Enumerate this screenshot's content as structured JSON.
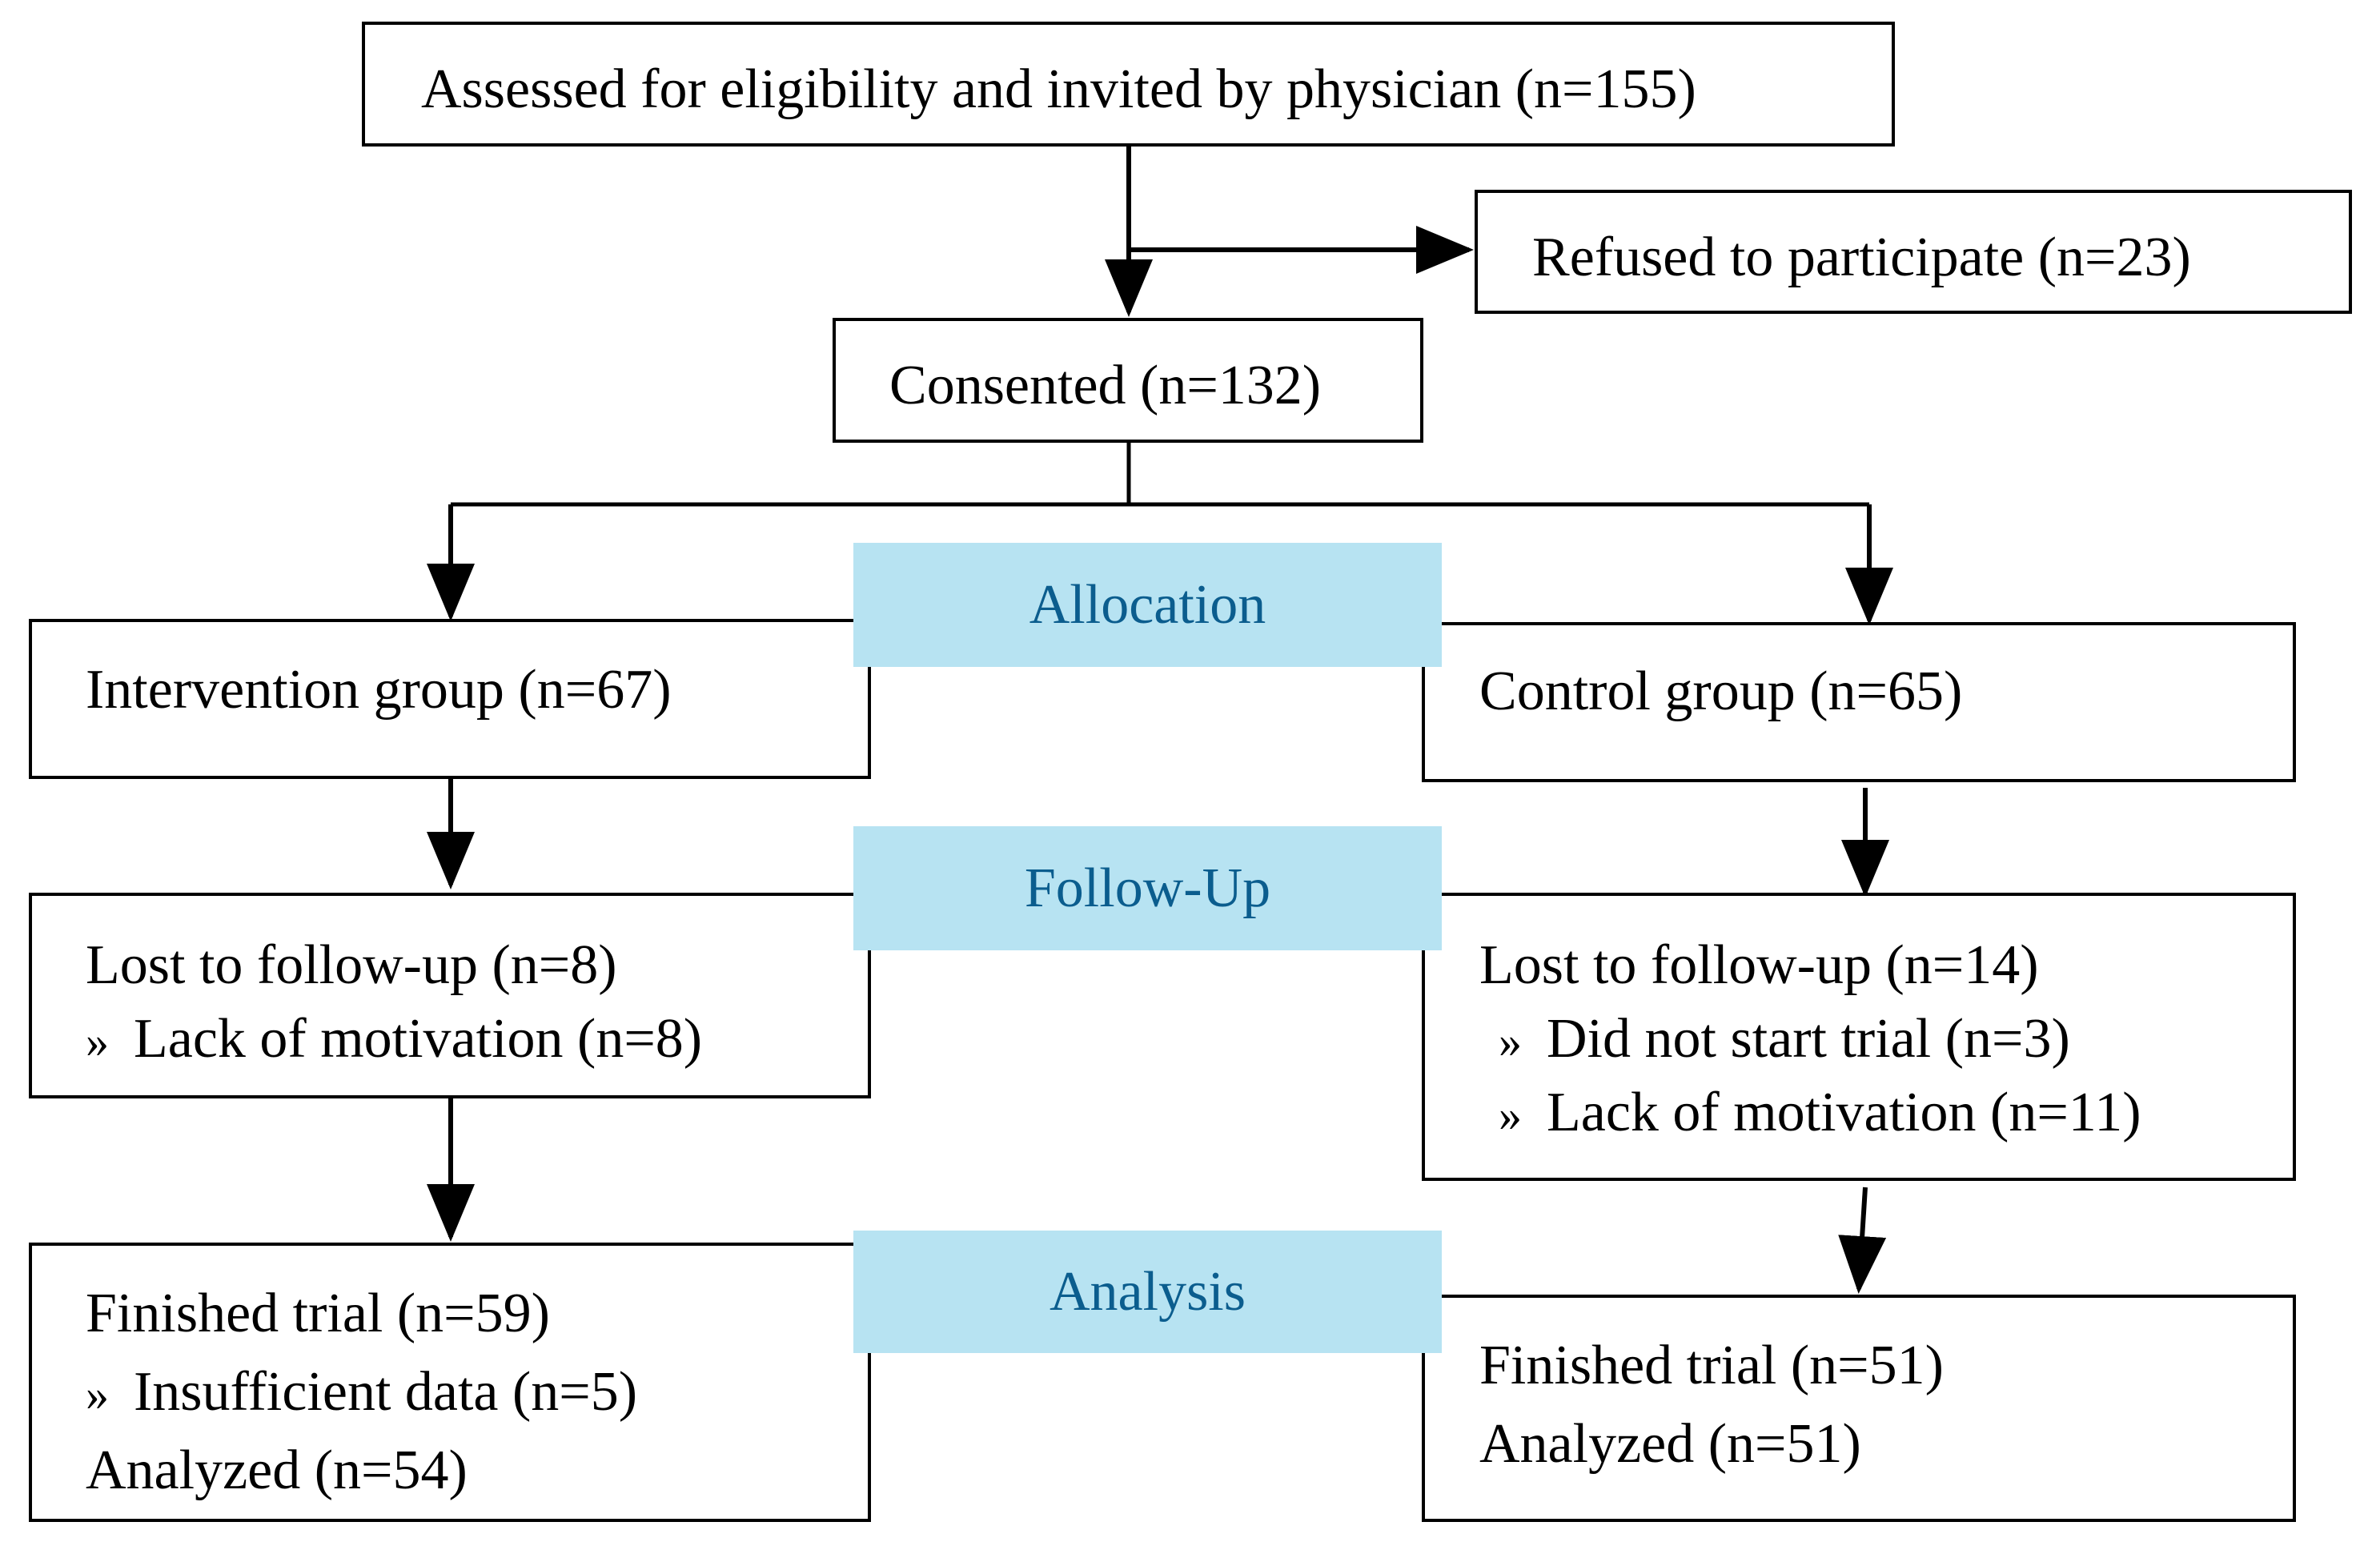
{
  "diagram": {
    "assessed": "Assessed for eligibility and invited by physician (n=155)",
    "refused": "Refused to participate (n=23)",
    "consented": "Consented (n=132)",
    "stages": {
      "allocation": "Allocation",
      "follow_up": "Follow-Up",
      "analysis": "Analysis"
    },
    "intervention": {
      "group": "Intervention group (n=67)",
      "lost": "Lost to follow-up (n=8)",
      "lost_reasons": [
        "Lack of motivation (n=8)"
      ],
      "finished": "Finished trial (n=59)",
      "excluded": [
        "Insufficient data (n=5)"
      ],
      "analyzed": "Analyzed (n=54)"
    },
    "control": {
      "group": "Control group (n=65)",
      "lost": "Lost to follow-up (n=14)",
      "lost_reasons": [
        "Did not start trial (n=3)",
        "Lack of motivation (n=11)"
      ],
      "finished": "Finished trial (n=51)",
      "analyzed": "Analyzed (n=51)"
    },
    "bullet_symbol": "»"
  },
  "colors": {
    "stage_fill": "#b7e3f2",
    "stage_text": "#0b5d8e",
    "line": "#000000"
  }
}
